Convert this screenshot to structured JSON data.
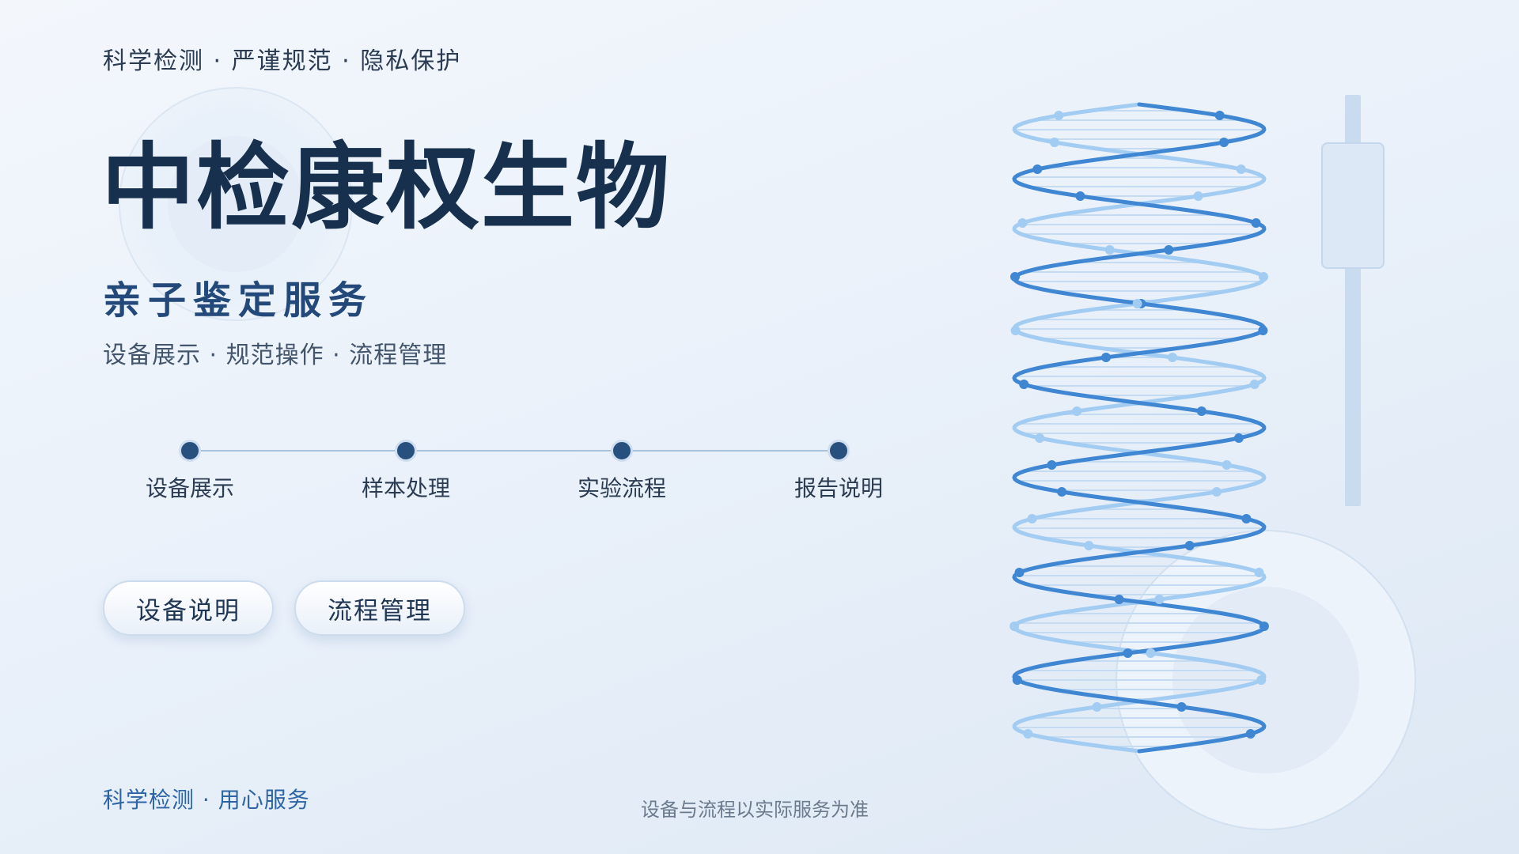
{
  "header": {
    "tagline": "科学检测 · 严谨规范 · 隐私保护"
  },
  "hero": {
    "title": "中检康权生物",
    "subtitle": "亲子鉴定服务",
    "tagline": "设备展示 · 规范操作 · 流程管理"
  },
  "steps": [
    {
      "label": "设备展示"
    },
    {
      "label": "样本处理"
    },
    {
      "label": "实验流程"
    },
    {
      "label": "报告说明"
    }
  ],
  "buttons": {
    "primary_label": "设备说明",
    "secondary_label": "流程管理"
  },
  "footer": {
    "slogan": "科学检测 · 用心服务",
    "note": "设备与流程以实际服务为准"
  },
  "colors": {
    "title": "#17304e",
    "accent": "#2d64a6",
    "helix_dark": "#3f86d3",
    "helix_light": "#a3ccf2",
    "step_dot": "#27507f"
  },
  "icons": {
    "illustration": "dna-helix-icon"
  }
}
